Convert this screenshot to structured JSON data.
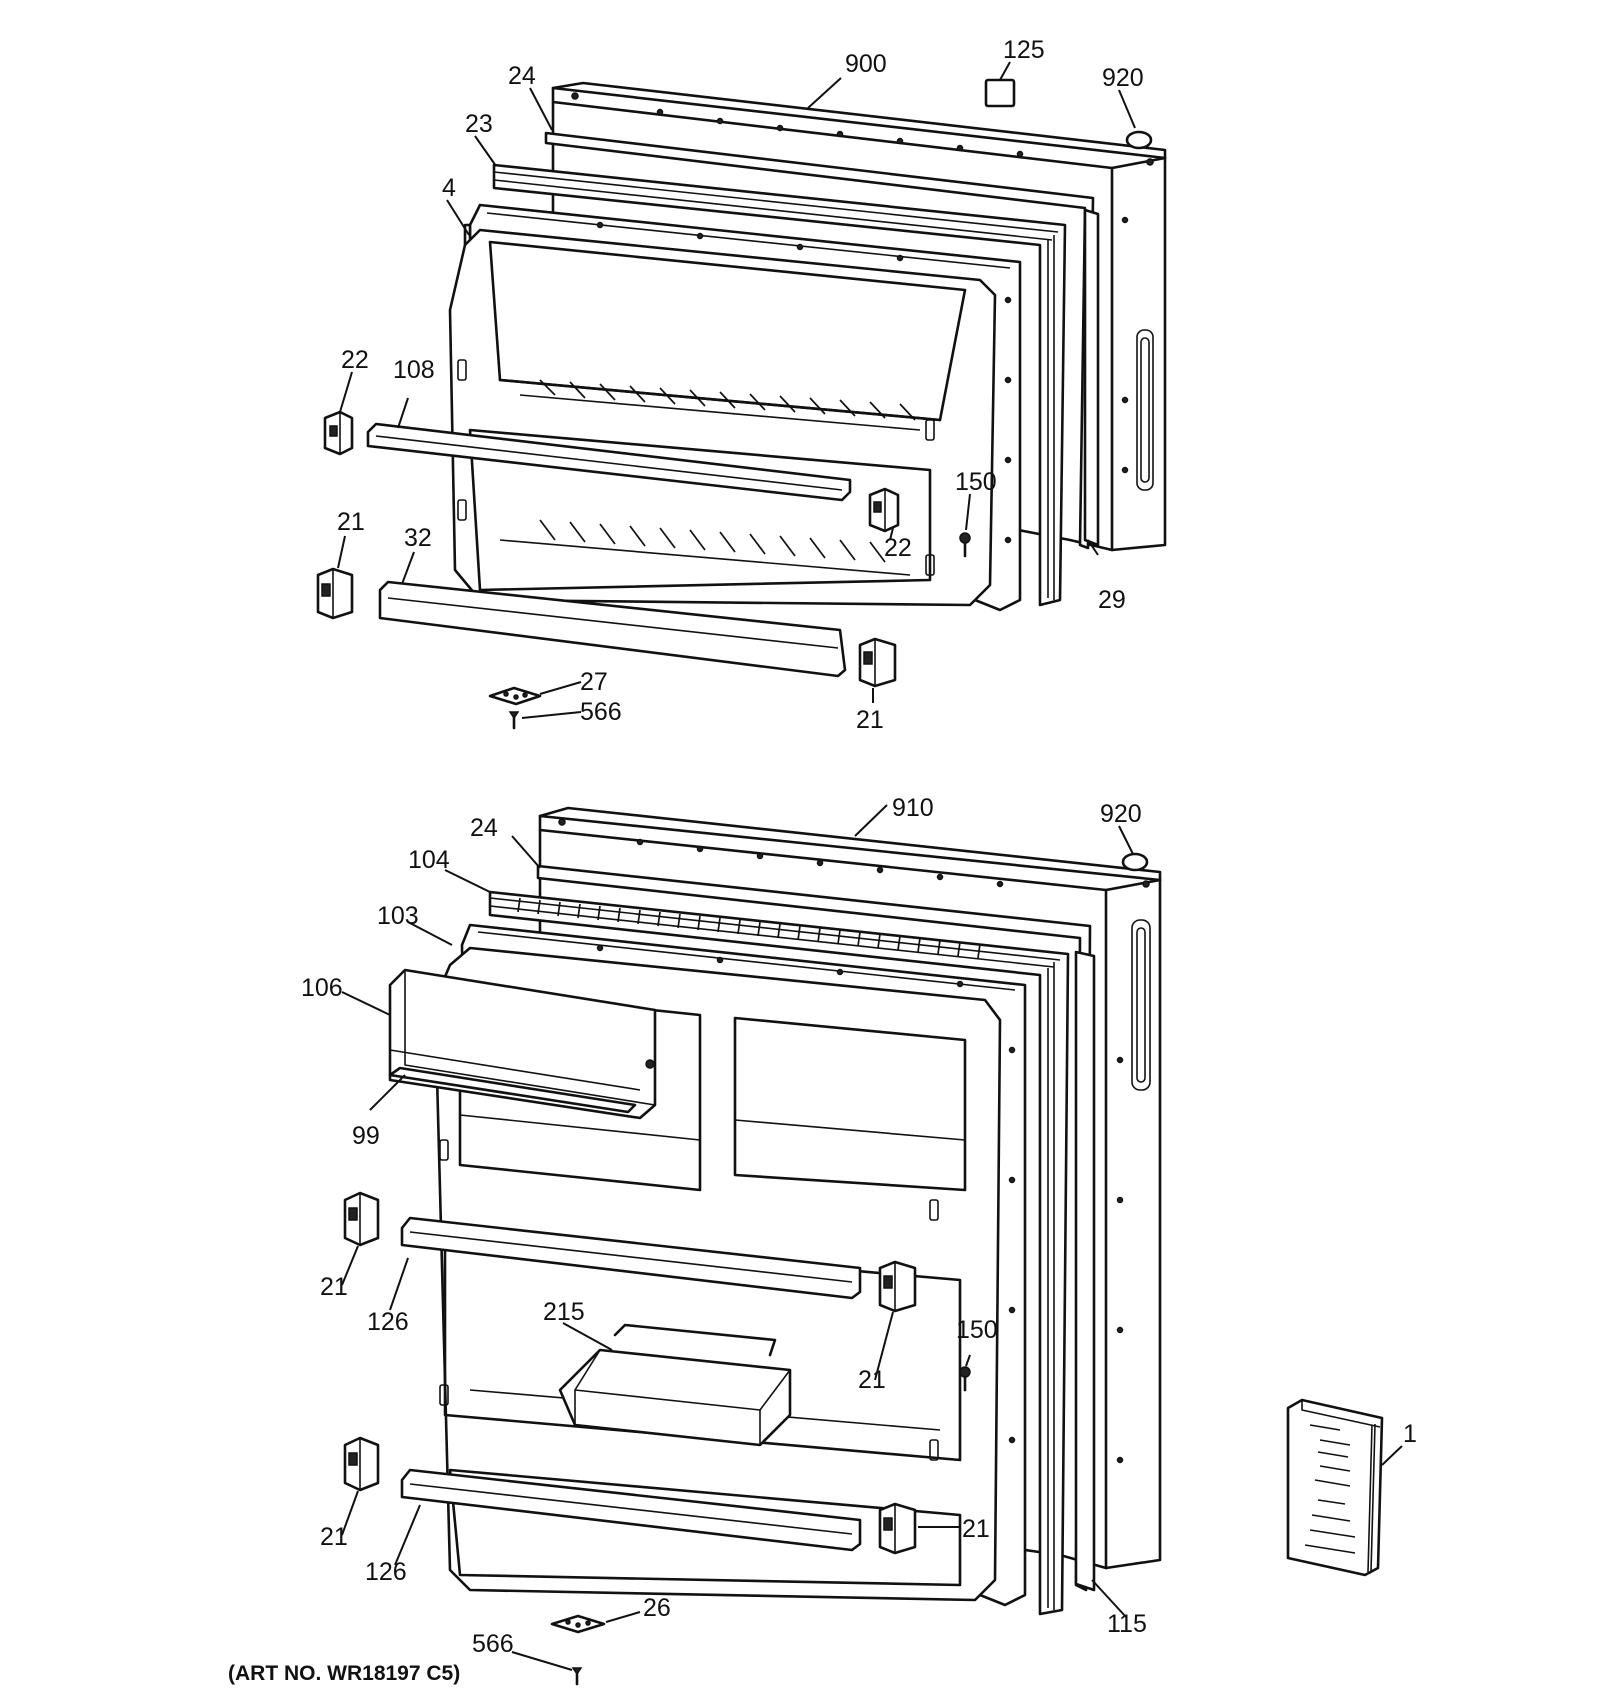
{
  "art_number": "(ART NO. WR18197 C5)",
  "freezer_door": {
    "labels": [
      {
        "id": "900",
        "text": "900"
      },
      {
        "id": "125",
        "text": "125"
      },
      {
        "id": "920",
        "text": "920"
      },
      {
        "id": "24",
        "text": "24"
      },
      {
        "id": "23",
        "text": "23"
      },
      {
        "id": "4",
        "text": "4"
      },
      {
        "id": "22a",
        "text": "22"
      },
      {
        "id": "108",
        "text": "108"
      },
      {
        "id": "150",
        "text": "150"
      },
      {
        "id": "22b",
        "text": "22"
      },
      {
        "id": "21a",
        "text": "21"
      },
      {
        "id": "32",
        "text": "32"
      },
      {
        "id": "29",
        "text": "29"
      },
      {
        "id": "27",
        "text": "27"
      },
      {
        "id": "566",
        "text": "566"
      },
      {
        "id": "21b",
        "text": "21"
      }
    ]
  },
  "fresh_food_door": {
    "labels": [
      {
        "id": "910",
        "text": "910"
      },
      {
        "id": "920",
        "text": "920"
      },
      {
        "id": "24",
        "text": "24"
      },
      {
        "id": "104",
        "text": "104"
      },
      {
        "id": "103",
        "text": "103"
      },
      {
        "id": "106",
        "text": "106"
      },
      {
        "id": "99",
        "text": "99"
      },
      {
        "id": "21a",
        "text": "21"
      },
      {
        "id": "126a",
        "text": "126"
      },
      {
        "id": "215",
        "text": "215"
      },
      {
        "id": "150",
        "text": "150"
      },
      {
        "id": "21b",
        "text": "21"
      },
      {
        "id": "21c",
        "text": "21"
      },
      {
        "id": "126b",
        "text": "126"
      },
      {
        "id": "21d",
        "text": "21"
      },
      {
        "id": "115",
        "text": "115"
      },
      {
        "id": "1",
        "text": "1"
      },
      {
        "id": "26",
        "text": "26"
      },
      {
        "id": "566",
        "text": "566"
      }
    ]
  }
}
